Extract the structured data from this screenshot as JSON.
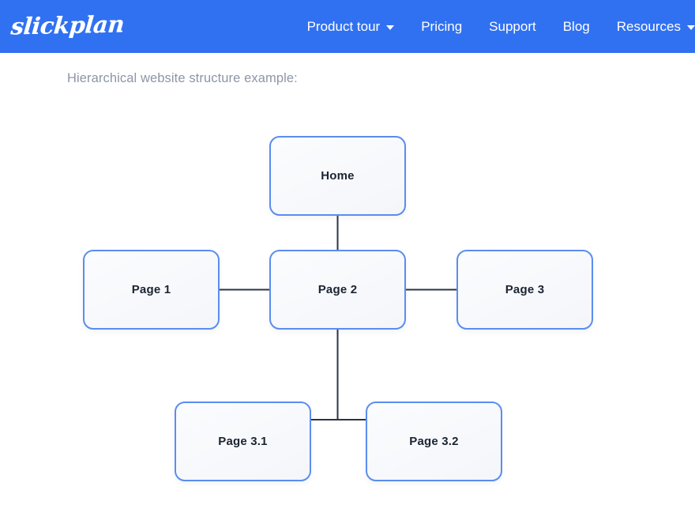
{
  "header": {
    "logo_text": "slickplan",
    "nav_items": [
      {
        "label": "Product tour",
        "has_caret": true
      },
      {
        "label": "Pricing",
        "has_caret": false
      },
      {
        "label": "Support",
        "has_caret": false
      },
      {
        "label": "Blog",
        "has_caret": false
      },
      {
        "label": "Resources",
        "has_caret": true
      }
    ],
    "background_color": "#3071f2",
    "text_color": "#ffffff"
  },
  "content": {
    "caption": "Hierarchical website structure example:",
    "caption_color": "#8d96a5"
  },
  "diagram": {
    "type": "hierarchy-tree",
    "node_border_color": "#5b8def",
    "node_fill_color": "#f7f9fc",
    "node_text_color": "#1b2432",
    "edge_color": "#2b3445",
    "nodes": [
      {
        "id": "home",
        "label": "Home",
        "level": 0
      },
      {
        "id": "p1",
        "label": "Page 1",
        "level": 1
      },
      {
        "id": "p2",
        "label": "Page 2",
        "level": 1
      },
      {
        "id": "p3",
        "label": "Page 3",
        "level": 1
      },
      {
        "id": "p31",
        "label": "Page 3.1",
        "level": 2
      },
      {
        "id": "p32",
        "label": "Page 3.2",
        "level": 2
      }
    ],
    "edges": [
      {
        "from": "home",
        "to": "p2"
      },
      {
        "from": "p2",
        "to": "p1"
      },
      {
        "from": "p2",
        "to": "p3"
      },
      {
        "from": "p2",
        "to": "p31"
      },
      {
        "from": "p2",
        "to": "p32"
      }
    ]
  }
}
